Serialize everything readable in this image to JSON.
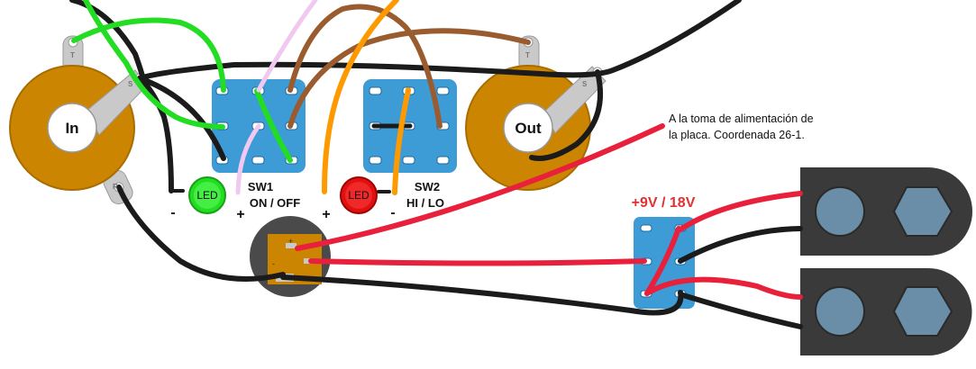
{
  "jacks": {
    "input_label": "In",
    "output_label": "Out",
    "tip_mark": "T",
    "sleeve_mark": "S",
    "ring_mark": "R"
  },
  "switches": {
    "sw1_name": "SW1",
    "sw1_function": "ON / OFF",
    "sw2_name": "SW2",
    "sw2_function": "HI / LO"
  },
  "leds": {
    "led1_label": "LED",
    "led2_label": "LED",
    "minus": "-",
    "plus": "+"
  },
  "power": {
    "voltage_label": "+9V / 18V",
    "dc_plus": "+",
    "dc_minus": "-",
    "note_line1": "A la toma de alimentación de",
    "note_line2": "la placa. Coordenada 26-1."
  },
  "colors": {
    "jack_body": "#cc8500",
    "switch_blue": "#3d9bd6",
    "wire_black": "#1b1b1b",
    "wire_red": "#e8203c",
    "wire_green": "#22dd22",
    "wire_brown": "#9a5b2e",
    "wire_orange": "#ff9900",
    "wire_pink": "#f0c8f0",
    "battery_snap": "#3a3a3a",
    "terminal_blue": "#6a8ea8"
  }
}
